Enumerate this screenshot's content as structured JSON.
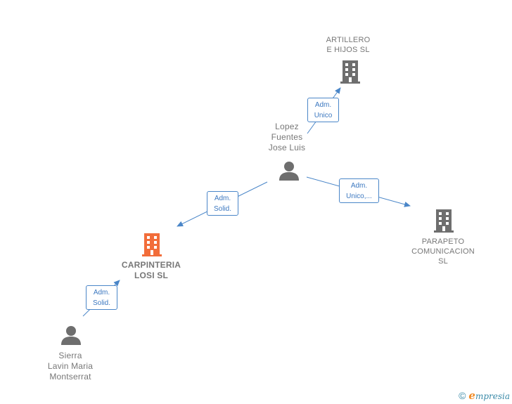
{
  "colors": {
    "edge": "#4a86c8",
    "person_icon": "#6e6e6e",
    "company_icon": "#6e6e6e",
    "main_company_icon": "#f26d3a"
  },
  "nodes": {
    "artillero": {
      "label": "ARTILLERO\nE HIJOS SL",
      "icon": "building-icon"
    },
    "lopez": {
      "label": "Lopez\nFuentes\nJose Luis",
      "icon": "person-icon"
    },
    "parapeto": {
      "label": "PARAPETO\nCOMUNICACION\nSL",
      "icon": "building-icon"
    },
    "carpinteria": {
      "label": "CARPINTERIA\nLOSI  SL",
      "icon": "building-icon"
    },
    "sierra": {
      "label": "Sierra\nLavin Maria\nMontserrat",
      "icon": "person-icon"
    }
  },
  "edges": {
    "lopez_artillero": {
      "label": "Adm.\nUnico"
    },
    "lopez_parapeto": {
      "label": "Adm.\nUnico,..."
    },
    "lopez_carpinteria": {
      "label": "Adm.\nSolid."
    },
    "sierra_carpinteria": {
      "label": "Adm.\nSolid."
    }
  },
  "footer": {
    "copyright": "©",
    "brand_initial": "e",
    "brand_rest": "mpresia"
  }
}
